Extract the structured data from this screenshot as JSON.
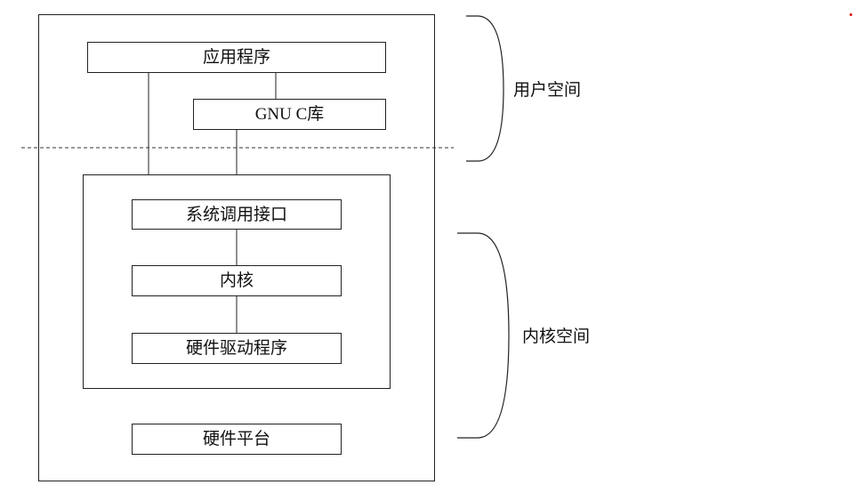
{
  "diagram": {
    "boxes": {
      "app": "应用程序",
      "glibc": "GNU C库",
      "syscall": "系统调用接口",
      "kernel": "内核",
      "driver": "硬件驱动程序",
      "hardware": "硬件平台"
    },
    "regions": {
      "user_space": "用户空间",
      "kernel_space": "内核空间"
    },
    "colors": {
      "line": "#222222",
      "dot": "#dd1111"
    }
  }
}
